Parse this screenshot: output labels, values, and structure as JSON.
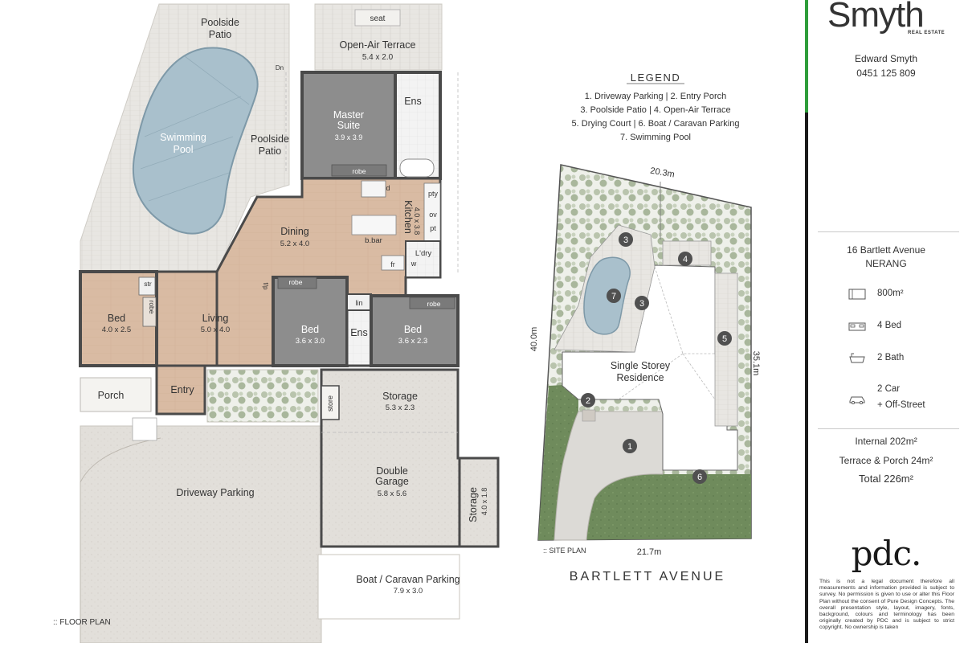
{
  "floor_plan": {
    "label": ":: FLOOR PLAN",
    "rooms": {
      "poolside_patio_top": "Poolside\nPatio",
      "swimming_pool": "Swimming\nPool",
      "poolside_patio_side": "Poolside\nPatio",
      "seat": "seat",
      "open_air_terrace": "Open-Air Terrace",
      "open_air_terrace_dim": "5.4 x 2.0",
      "dn": "Dn",
      "master_suite": "Master\nSuite",
      "master_suite_dim": "3.9 x 3.9",
      "ens_top": "Ens",
      "robe_master": "robe",
      "d": "d",
      "pty": "pty",
      "ov": "ov",
      "pt": "pt",
      "kitchen": "Kitchen",
      "kitchen_dim": "4.0 x 3.8",
      "dining": "Dining",
      "dining_dim": "5.2 x 4.0",
      "bbar": "b.bar",
      "ldry": "L'dry",
      "fr": "fr",
      "w": "w",
      "flp": "f/p",
      "robe_mid": "robe",
      "lin": "lin",
      "robe_right": "robe",
      "str": "str",
      "robe_left": "robe",
      "bed_left": "Bed",
      "bed_left_dim": "4.0 x 2.5",
      "living": "Living",
      "living_dim": "5.0 x 4.0",
      "bed_mid": "Bed",
      "bed_mid_dim": "3.6 x 3.0",
      "ens_mid": "Ens",
      "bed_right": "Bed",
      "bed_right_dim": "3.6 x 2.3",
      "porch": "Porch",
      "entry": "Entry",
      "store": "store",
      "storage_top": "Storage",
      "storage_top_dim": "5.3 x 2.3",
      "double_garage": "Double\nGarage",
      "double_garage_dim": "5.8 x 5.6",
      "storage_side": "Storage",
      "storage_side_dim": "4.0 x 1.8",
      "driveway_parking": "Driveway Parking",
      "boat_caravan": "Boat / Caravan Parking",
      "boat_caravan_dim": "7.9 x 3.0"
    }
  },
  "legend": {
    "title": "LEGEND",
    "lines": [
      "1. Driveway Parking  |  2. Entry Porch",
      "3. Poolside Patio  |  4. Open-Air Terrace",
      "5. Drying Court  |  6. Boat / Caravan Parking",
      "7. Swimming Pool"
    ]
  },
  "site_plan": {
    "label": ":: SITE PLAN",
    "street": "BARTLETT AVENUE",
    "dim_top": "20.3m",
    "dim_left": "40.0m",
    "dim_right": "35.1m",
    "dim_bottom": "21.7m",
    "residence": "Single Storey\nResidence",
    "markers": [
      "1",
      "2",
      "3",
      "3",
      "4",
      "5",
      "6",
      "7"
    ]
  },
  "sidebar": {
    "brand": "Smyth",
    "brand_sub": "REAL ESTATE",
    "agent_name": "Edward Smyth",
    "agent_phone": "0451 125 809",
    "address_line1": "16 Bartlett Avenue",
    "address_line2": "NERANG",
    "features": [
      {
        "icon": "land-size-icon",
        "label": "800m²"
      },
      {
        "icon": "bed-icon",
        "label": "4 Bed"
      },
      {
        "icon": "bath-icon",
        "label": "2 Bath"
      },
      {
        "icon": "car-icon",
        "label": "2 Car\n+ Off-Street"
      }
    ],
    "internal": "Internal 202m²",
    "terrace": "Terrace & Porch 24m²",
    "total": "Total 226m²",
    "pdc_logo": "pdc.",
    "disclaimer": "This is not a legal document therefore all measurements and information provided is subject to survey. No permission is given to use or alter this Floor Plan without the consent of Pure Design Concepts. The overall presentation style, layout, imagery, fonts, background, colours and terminology has been originally created by PDC and is subject to strict copyright. No ownership is taken"
  },
  "colors": {
    "wood": "#d7b8a0",
    "carpet": "#8c8c8c",
    "wet": "#f2f2f2",
    "paving": "#e6e3de",
    "pool": "#a8bfcb",
    "lawn": "#6d8a5a",
    "wall": "#4a4a4a",
    "accent_green": "#2e9d3a"
  }
}
